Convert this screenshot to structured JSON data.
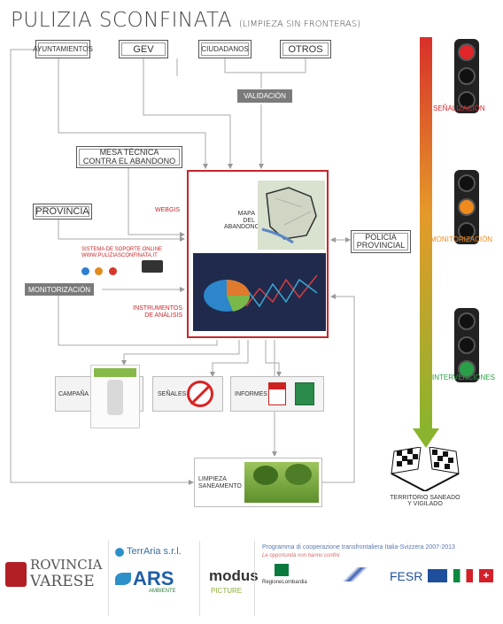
{
  "title": "PULIZIA SCONFINATA",
  "subtitle": "(LIMPIEZA SIN FRONTERAS)",
  "top_boxes": [
    "AYUNTAMIENTOS",
    "GEV",
    "CIUDADANOS",
    "OTROS"
  ],
  "validacion": "VALIDACIÓN",
  "mesa_tecnica": [
    "MESA TÉCNICA",
    "CONTRA EL ABANDONO"
  ],
  "provincia": "PROVINCIA",
  "monitorizacion_tag": "MONITORIZACIÓN",
  "webgis": "WEBGIS",
  "mapa": [
    "MAPA",
    "DEL ABANDONO"
  ],
  "sistema": [
    "SISTEMA DE SOPORTE ONLINE",
    "WWW.PULIZIASCONFINATA.IT"
  ],
  "instrumentos": [
    "INSTRUMENTOS",
    "DE ANÁLISIS"
  ],
  "policia": [
    "POLICÍA",
    "PROVINCIAL"
  ],
  "outputs": [
    "CAMPAÑA",
    "SEÑALES",
    "INFORMES"
  ],
  "limpieza": [
    "LIMPIEZA",
    "SANEAMENTO"
  ],
  "lights": [
    {
      "label": "SEÑALIZACIÓN",
      "active": 0,
      "color": "#e0262b"
    },
    {
      "label": "MONITORIZACIÓN",
      "active": 1,
      "color": "#f08a1d"
    },
    {
      "label": "INTERVENCIONES",
      "active": 2,
      "color": "#29a048"
    }
  ],
  "territorio": [
    "TERRITORIO SANEADO",
    "Y VIGILADO"
  ],
  "logos": {
    "provincia": [
      "ROVINCIA",
      "VARESE"
    ],
    "terraria": "TerrAria s.r.l.",
    "ars": "ARS",
    "ars_sub": "AMBIENTE",
    "modus": "modus",
    "modus_sub": "PICTURE",
    "programma": "Programma di cooperazione transfrontaliera Italia-Svizzera 2007-2013",
    "opportunita": "Le opportunità non hanno confini",
    "regione": "RegioneLombardia",
    "fesr": "FESR"
  }
}
